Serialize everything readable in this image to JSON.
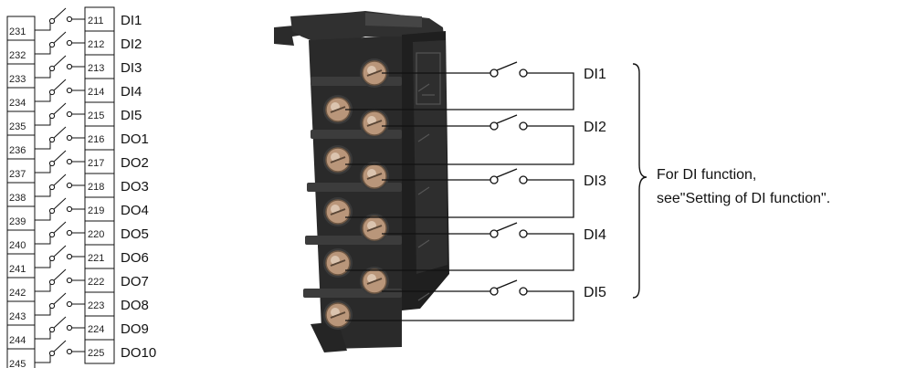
{
  "left_terminals": {
    "left_numbers": [
      "231",
      "232",
      "233",
      "234",
      "235",
      "236",
      "237",
      "238",
      "239",
      "240",
      "241",
      "242",
      "243",
      "244",
      "245"
    ],
    "right_numbers": [
      "211",
      "212",
      "213",
      "214",
      "215",
      "216",
      "217",
      "218",
      "219",
      "220",
      "221",
      "222",
      "223",
      "224",
      "225"
    ],
    "labels": [
      "DI1",
      "DI2",
      "DI3",
      "DI4",
      "DI5",
      "DO1",
      "DO2",
      "DO3",
      "DO4",
      "DO5",
      "DO6",
      "DO7",
      "DO8",
      "DO9",
      "DO10"
    ]
  },
  "wiring": {
    "inputs": [
      "DI1",
      "DI2",
      "DI3",
      "DI4",
      "DI5"
    ]
  },
  "note": {
    "line1": "For DI function,",
    "line2": "see\"Setting of DI function\"."
  },
  "colors": {
    "line": "#111111",
    "block": "#2a2a2a",
    "screw": "#b9967a"
  }
}
